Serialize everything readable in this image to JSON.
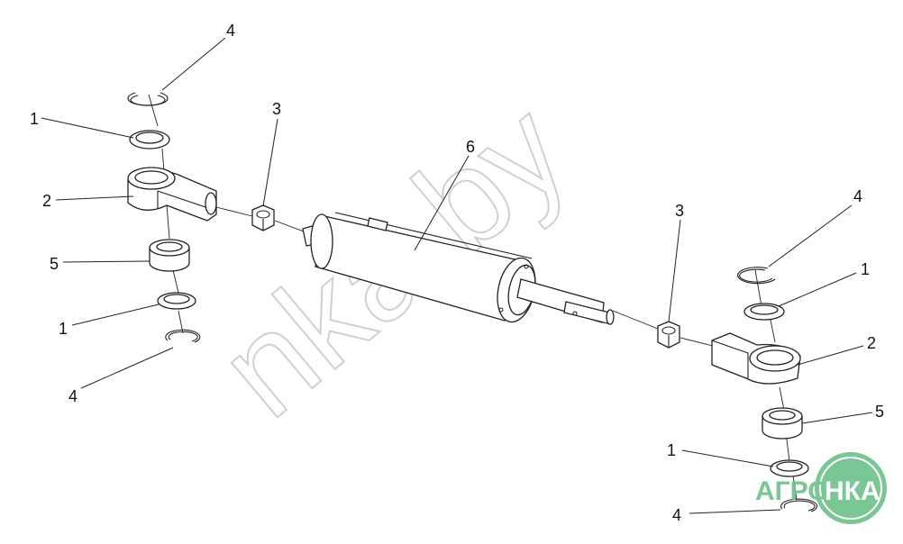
{
  "diagram": {
    "callouts": [
      {
        "label": "4"
      },
      {
        "label": "1"
      },
      {
        "label": "2"
      },
      {
        "label": "5"
      },
      {
        "label": "1"
      },
      {
        "label": "4"
      },
      {
        "label": "3"
      },
      {
        "label": "6"
      },
      {
        "label": "3"
      },
      {
        "label": "4"
      },
      {
        "label": "1"
      },
      {
        "label": "2"
      },
      {
        "label": "5"
      },
      {
        "label": "1"
      },
      {
        "label": "4"
      }
    ],
    "watermark": "nka.by",
    "logo": {
      "left": "АГРО",
      "right": "НКА",
      "color": "#6cc08a"
    }
  }
}
